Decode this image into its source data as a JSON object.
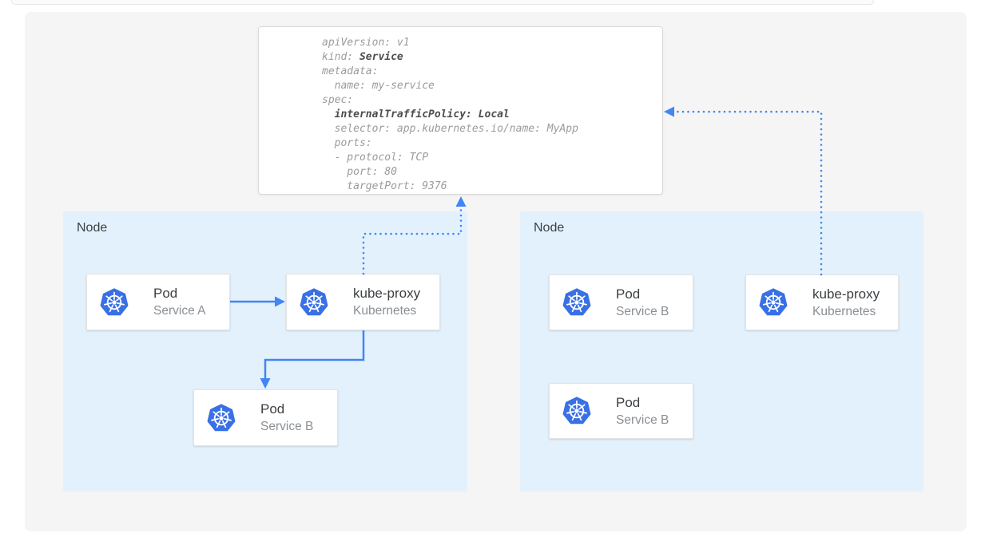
{
  "code_panel": {
    "lines": [
      {
        "t": "apiVersion: v1"
      },
      {
        "t": "kind: ",
        "b": "Service"
      },
      {
        "t": "metadata:"
      },
      {
        "t": "  name: my-service"
      },
      {
        "t": "spec:"
      },
      {
        "t": "  ",
        "b": "internalTrafficPolicy: Local"
      },
      {
        "t": "  selector: app.kubernetes.io/name: MyApp"
      },
      {
        "t": "  ports:"
      },
      {
        "t": "  - protocol: TCP"
      },
      {
        "t": "    port: 80"
      },
      {
        "t": "    targetPort: 9376"
      }
    ]
  },
  "nodes": [
    {
      "label": "Node",
      "cards": [
        {
          "title": "Pod",
          "subtitle": "Service A",
          "icon": "kubernetes-logo"
        },
        {
          "title": "kube-proxy",
          "subtitle": "Kubernetes",
          "icon": "kubernetes-logo"
        },
        {
          "title": "Pod",
          "subtitle": "Service B",
          "icon": "kubernetes-logo"
        }
      ]
    },
    {
      "label": "Node",
      "cards": [
        {
          "title": "Pod",
          "subtitle": "Service B",
          "icon": "kubernetes-logo"
        },
        {
          "title": "kube-proxy",
          "subtitle": "Kubernetes",
          "icon": "kubernetes-logo"
        },
        {
          "title": "Pod",
          "subtitle": "Service B",
          "icon": "kubernetes-logo"
        }
      ]
    }
  ],
  "colors": {
    "arrow_blue": "#4285f4",
    "node_background": "#e3f1fd",
    "panel_background": "#f5f5f6",
    "kubernetes_icon_blue": "#3970e5",
    "code_regular_text": "#9b9b9b",
    "code_bold_text": "#4d4d4d"
  }
}
